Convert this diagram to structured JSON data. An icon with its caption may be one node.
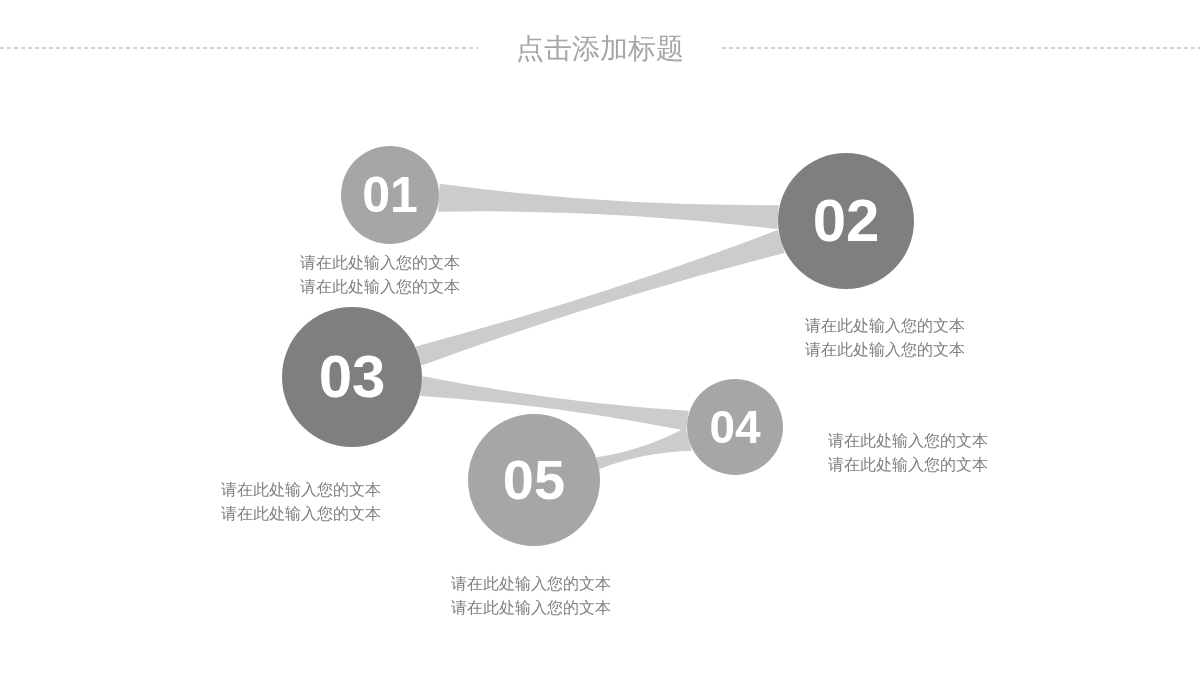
{
  "diagram": {
    "title": "点击添加标题",
    "nodes": [
      {
        "text": [
          "01"
        ],
        "beside": [
          "请在此处输入您的文本",
          "请在此处输入您的文本"
        ]
      },
      {
        "text": [
          "02"
        ],
        "beside": [
          "请在此处输入您的文本",
          "请在此处输入您的文本"
        ]
      },
      {
        "text": [
          "03"
        ],
        "beside": [
          "请在此处输入您的文本",
          "请在此处输入您的文本"
        ]
      },
      {
        "text": [
          "04"
        ],
        "beside": [
          "请在此处输入您的文本",
          "请在此处输入您的文本"
        ]
      },
      {
        "text": [
          "05"
        ],
        "beside": [
          "请在此处输入您的文本",
          "请在此处输入您的文本"
        ]
      }
    ],
    "edges": [
      {
        "from": 0,
        "to": 1,
        "arrow": "none"
      },
      {
        "from": 1,
        "to": 2,
        "arrow": "none"
      },
      {
        "from": 2,
        "to": 3,
        "arrow": "none"
      },
      {
        "from": 3,
        "to": 4,
        "arrow": "none"
      }
    ]
  }
}
